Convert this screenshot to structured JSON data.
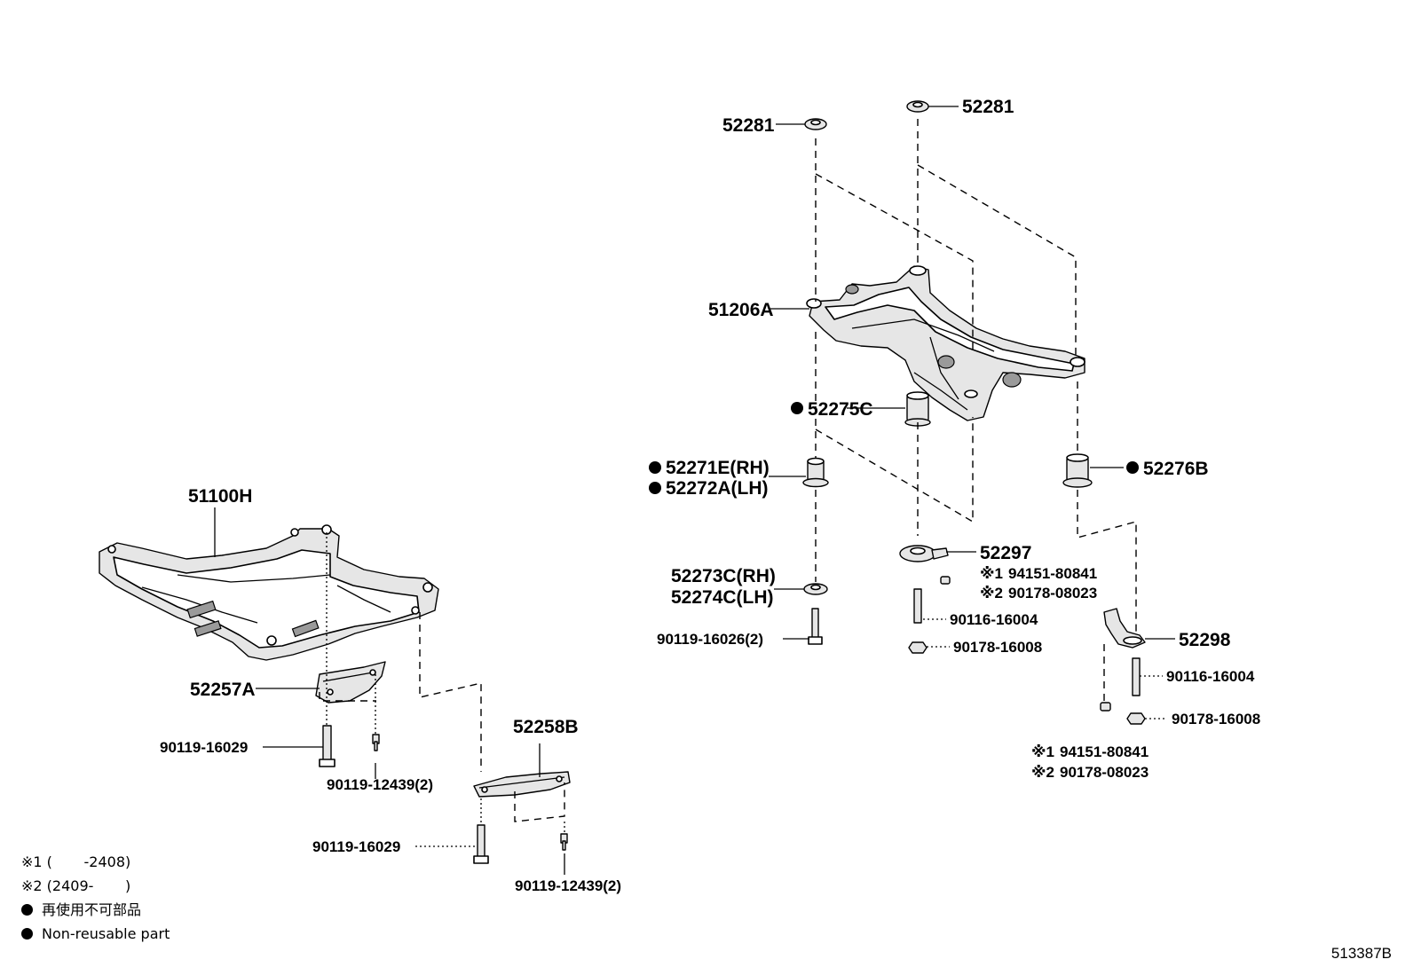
{
  "callouts": {
    "p51100h": "51100H",
    "p52257a": "52257A",
    "p90119_16029_a": "90119-16029",
    "p90119_12439_a": "90119-12439(2)",
    "p52258b": "52258B",
    "p90119_16029_b": "90119-16029",
    "p90119_12439_b": "90119-12439(2)",
    "p52281_left": "52281",
    "p52281_right": "52281",
    "p51206a": "51206A",
    "p52275c": "52275C",
    "p52271e": "52271E(RH)",
    "p52272a": "52272A(LH)",
    "p52276b": "52276B",
    "p52273c": "52273C(RH)",
    "p52274c": "52274C(LH)",
    "p90119_16026": "90119-16026(2)",
    "p52297": "52297",
    "p94151_a": "94151-80841",
    "p90178_08023_a": "90178-08023",
    "p90116_16004_a": "90116-16004",
    "p90178_16008_a": "90178-16008",
    "p52298": "52298",
    "p90116_16004_b": "90116-16004",
    "p90178_16008_b": "90178-16008",
    "p94151_b": "94151-80841",
    "p90178_08023_b": "90178-08023"
  },
  "marks": {
    "note1": "※1",
    "note2": "※2"
  },
  "legend": {
    "note1": "※1 (       -2408)",
    "note2": "※2 (2409-       )",
    "nonreusable_jp": "再使用不可部品",
    "nonreusable_en": "Non-reusable part"
  },
  "doc_id": "513387B"
}
